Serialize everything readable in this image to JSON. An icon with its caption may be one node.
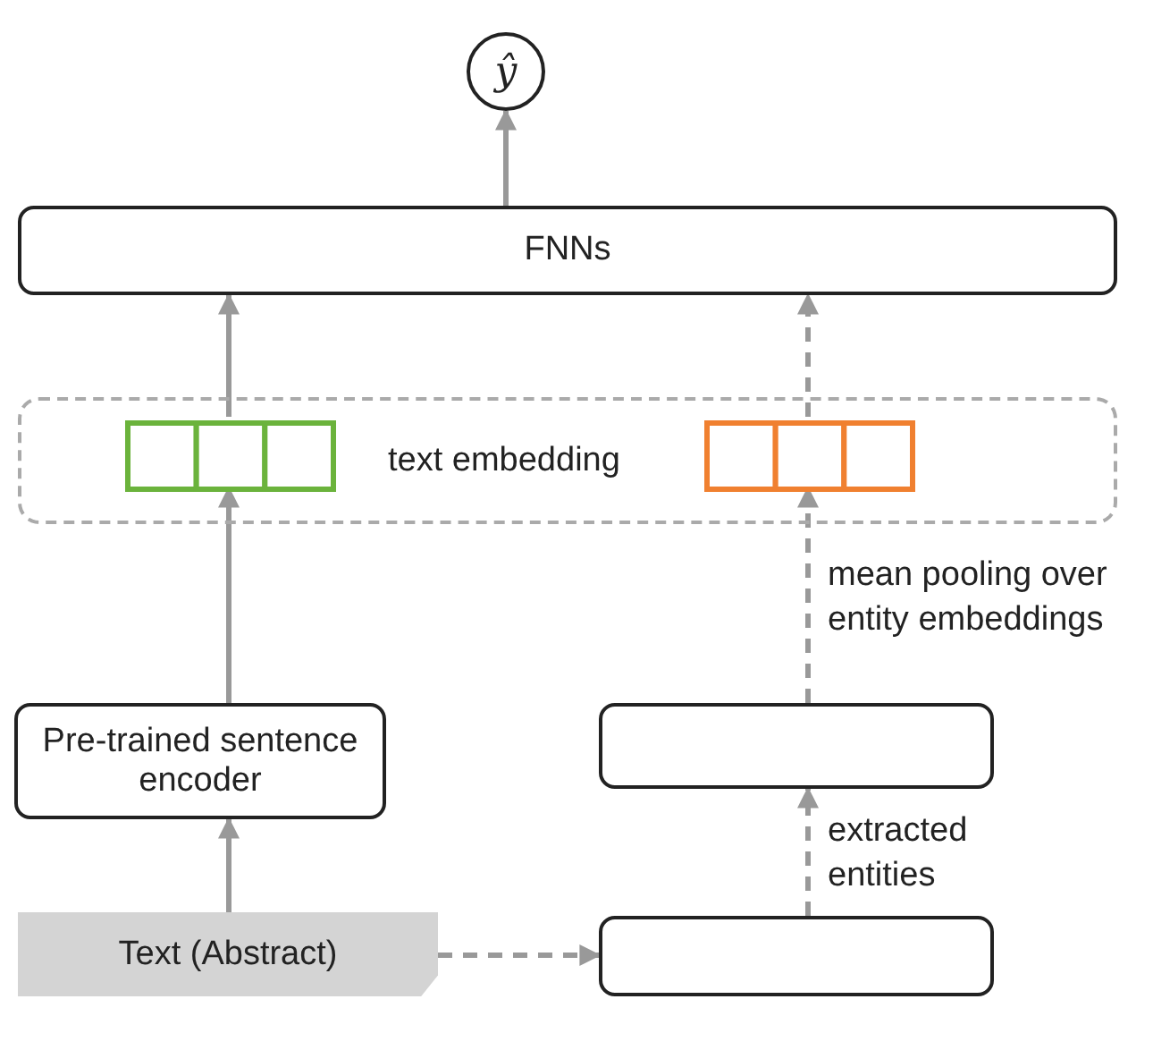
{
  "diagram": {
    "nodes": [
      {
        "text": [
          "ŷ"
        ]
      },
      {
        "text": [
          "FNNs"
        ]
      },
      {
        "text": [
          "text embedding"
        ]
      },
      {
        "text": [],
        "shape": "box",
        "in": 2
      },
      {
        "text": [],
        "shape": "box",
        "in": 2
      },
      {
        "text": [
          "Pre-trained sentence encoder"
        ]
      },
      {
        "text": [],
        "shape": "box"
      },
      {
        "text": [
          "Text (Abstract)"
        ]
      },
      {
        "text": [],
        "shape": "box"
      }
    ],
    "edges": [
      {
        "from": 7,
        "to": 5,
        "arrow": "to"
      },
      {
        "from": 5,
        "to": 3,
        "arrow": "to"
      },
      {
        "from": 3,
        "to": 1,
        "arrow": "to"
      },
      {
        "from": 1,
        "to": 0,
        "arrow": "to"
      },
      {
        "from": 7,
        "to": 8,
        "arrow": "to",
        "style": "dashed"
      },
      {
        "from": 8,
        "to": 6,
        "arrow": "to",
        "style": "dashed",
        "label": "extracted entities"
      },
      {
        "from": 6,
        "to": 4,
        "arrow": "to",
        "style": "dashed",
        "label": "mean pooling over entity embeddings"
      },
      {
        "from": 4,
        "to": 1,
        "arrow": "to",
        "style": "dashed"
      }
    ]
  }
}
